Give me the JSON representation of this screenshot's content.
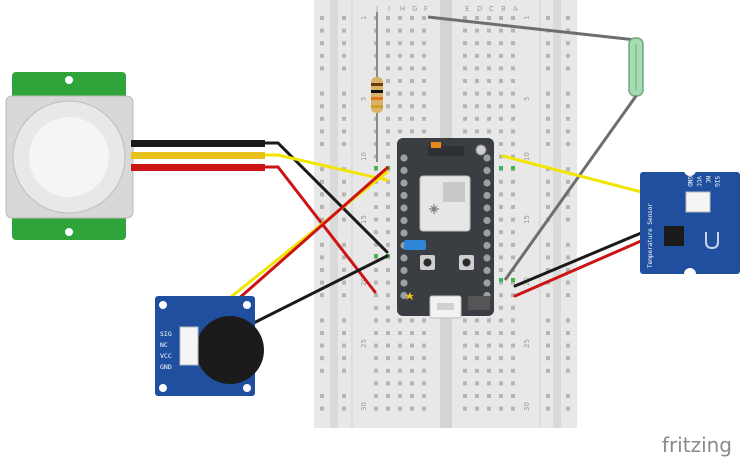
{
  "breadboard": {
    "col_letters_top": [
      "J",
      "I",
      "H",
      "G",
      "F",
      "E",
      "D",
      "C",
      "B",
      "A"
    ],
    "row_numbers": [
      "1",
      "5",
      "10",
      "15",
      "20",
      "25",
      "30"
    ]
  },
  "buzzer_module": {
    "pins": [
      "SIG",
      "NC",
      "VCC",
      "GND"
    ]
  },
  "temperature_module": {
    "pins": [
      "SIG",
      "NC",
      "VCC",
      "GND"
    ],
    "label": "Temperature Sensor"
  },
  "watermark": "fritzing",
  "colors": {
    "wire_black": "#1a1a1a",
    "wire_yellow": "#f2e600",
    "wire_red": "#cc1414",
    "wire_gray": "#6e6e6e",
    "grove_blue": "#1f4f9e",
    "pir_green": "#2ea43a",
    "board_dark": "#3a3d42"
  }
}
